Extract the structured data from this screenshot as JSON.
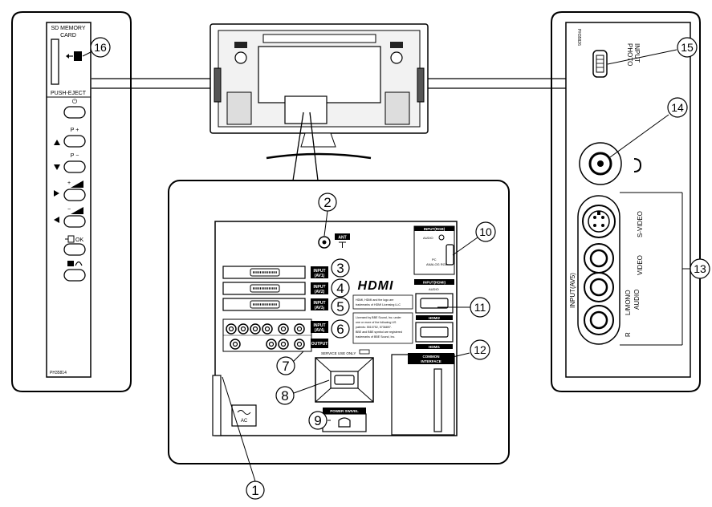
{
  "left_panel": {
    "sd_title_1": "SD MEMORY",
    "sd_title_2": "CARD",
    "push_eject": "PUSH-EJECT",
    "power_symbol": "⏻",
    "p_plus": "P +",
    "p_minus": "P −",
    "vol_plus": "+",
    "vol_minus": "−",
    "ok_label": "OK",
    "model": "PH35814"
  },
  "right_panel": {
    "model": "PH35826",
    "photo_input_1": "PHOTO",
    "photo_input_2": "INPUT",
    "input_av5": "INPUT(AV5)",
    "s_video": "S-VIDEO",
    "video": "VIDEO",
    "lmono": "L/MONO",
    "audio": "AUDIO",
    "r_label": "R"
  },
  "rear_panel": {
    "ant": "ANT",
    "input_rgb": "INPUT(RGB)",
    "audio_small": "AUDIO",
    "pc": "PC",
    "analog_rgb": "ANALOG RGB",
    "input_hdmi": "INPUT(HDMI)",
    "hdmi_logo": "HDMI",
    "hdmi_trademark_1": "HDMI, HDMI and the logo are",
    "hdmi_trademark_2": "trademarks of HDMI Licensing LLC",
    "srs_1": "Licensed by BBE Sound, Inc. under",
    "srs_2": "one or more of the following US",
    "srs_3": "patents: 5510752, 5736897.",
    "srs_4": "BBE and BBE symbol are registered",
    "srs_5": "trademarks of BBE Sound, Inc.",
    "hdmi2": "HDMI2",
    "hdmi1": "HDMI1",
    "input_av1_a": "INPUT",
    "input_av1_b": "(AV1)",
    "input_av2_a": "INPUT",
    "input_av2_b": "(AV2)",
    "input_av3_a": "INPUT",
    "input_av3_b": "(AV3)",
    "input_av4_a": "INPUT",
    "input_av4_b": "(AV4)",
    "output": "OUTPUT",
    "service_use_only": "SERVICE USE ONLY",
    "common_interface_1": "COMMON",
    "common_interface_2": "INTERFACE",
    "ac_label": "AC",
    "power_swivel": "POWER SWIVEL"
  },
  "callouts": [
    "1",
    "2",
    "3",
    "4",
    "5",
    "6",
    "7",
    "8",
    "9",
    "10",
    "11",
    "12",
    "13",
    "14",
    "15",
    "16"
  ]
}
